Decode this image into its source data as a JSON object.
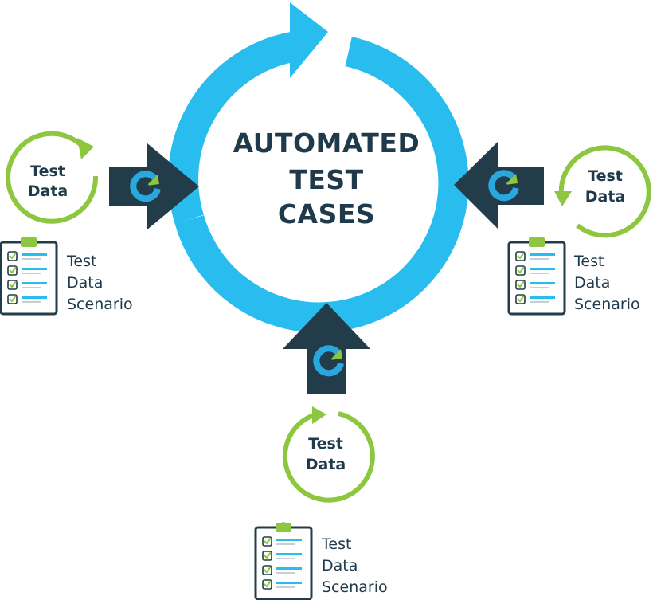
{
  "center": {
    "lines": [
      "AUTOMATED",
      "TEST",
      "CASES"
    ]
  },
  "sources": [
    {
      "id": "left",
      "data_label": [
        "Test",
        "Data"
      ],
      "scenario_label": [
        "Test",
        "Data",
        "Scenario"
      ]
    },
    {
      "id": "right",
      "data_label": [
        "Test",
        "Data"
      ],
      "scenario_label": [
        "Test",
        "Data",
        "Scenario"
      ]
    },
    {
      "id": "bottom",
      "data_label": [
        "Test",
        "Data"
      ],
      "scenario_label": [
        "Test",
        "Data",
        "Scenario"
      ]
    }
  ],
  "colors": {
    "cycle": "#29bdef",
    "arrow": "#233c4a",
    "green": "#8dc63f",
    "text": "#1f3a4a",
    "logo_blue": "#29a8e0"
  },
  "icons": [
    "cycle-arrow-icon",
    "refresh-cycle-icon",
    "clipboard-checklist-icon",
    "logo-icon"
  ]
}
